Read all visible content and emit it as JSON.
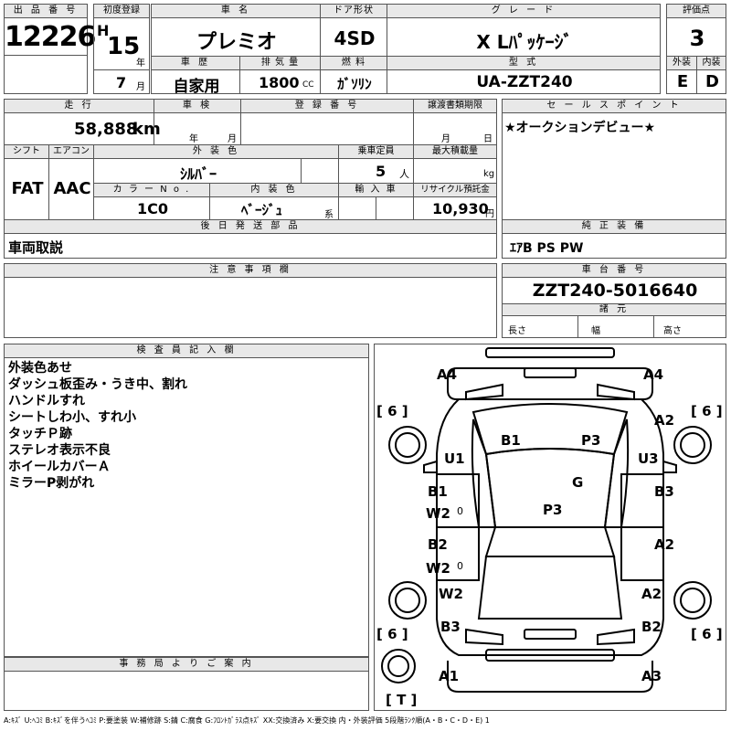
{
  "header": {
    "lot_no_label": "出 品 番 号",
    "lot_no": "12226",
    "first_reg_label": "初度登録",
    "era": "H",
    "year": "15",
    "year_unit": "年",
    "month": "7",
    "month_unit": "月",
    "car_name_label": "車 名",
    "car_name": "プレミオ",
    "door_label": "ドア形状",
    "door": "4SD",
    "grade_label": "グ レ ー ド",
    "grade": "X Lﾊﾟｯｹｰｼﾞ",
    "score_label": "評価点",
    "score": "3",
    "history_label": "車 歴",
    "history": "自家用",
    "displacement_label": "排 気 量",
    "displacement": "1800",
    "displacement_unit": "CC",
    "fuel_label": "燃 料",
    "fuel": "ｶﾞｿﾘﾝ",
    "model_label": "型 式",
    "model": "UA-ZZT240",
    "exterior_label": "外装",
    "exterior": "E",
    "interior_label": "内装",
    "interior": "D"
  },
  "row2": {
    "mileage_label": "走 行",
    "mileage": "58,888",
    "mileage_unit": "km",
    "inspection_label": "車 検",
    "insp_year_unit": "年",
    "insp_month_unit": "月",
    "reg_no_label": "登 録 番 号",
    "transfer_label": "譲渡書類期限",
    "transfer_month_unit": "月",
    "transfer_day_unit": "日",
    "sales_point_label": "セ ー ル ス ポ イ ン ト",
    "sales_point": "★オークションデビュー★"
  },
  "row3": {
    "shift_label": "シフト",
    "shift": "FAT",
    "aircon_label": "エアコン",
    "aircon": "AAC",
    "exterior_color_label": "外 装 色",
    "exterior_color": "ｼﾙﾊﾞｰ",
    "capacity_label": "乗車定員",
    "capacity": "5",
    "capacity_unit": "人",
    "max_load_label": "最大積載量",
    "max_load_unit": "kg",
    "color_no_label": "カ ラ ー N o .",
    "color_no": "1C0",
    "interior_color_label": "内 装 色",
    "interior_color": "ﾍﾞｰｼﾞｭ",
    "interior_color_unit": "系",
    "import_label": "輸 入 車",
    "recycle_label": "リサイクル預託金",
    "recycle": "10,930",
    "recycle_unit": "円"
  },
  "row4": {
    "later_parts_label": "後 日 発 送 部 品",
    "later_parts": "車両取説",
    "equipment_label": "純 正 装 備",
    "equipment": "ｴｱB PS PW"
  },
  "notes": {
    "caution_label": "注 意 事 項 欄",
    "chassis_label": "車 台 番 号",
    "chassis": "ZZT240-5016640",
    "dims_label": "諸 元",
    "length_label": "長さ",
    "width_label": "幅",
    "height_label": "高さ"
  },
  "inspector": {
    "label": "検 査 員 記 入 欄",
    "lines": [
      "外装色あせ",
      "ダッシュ板歪み・うき中、割れ",
      "ハンドルすれ",
      "シートしわ小、すれ小",
      "タッチＰ跡",
      "ステレオ表示不良",
      "ホイールカバーＡ",
      "ミラーP剥がれ"
    ]
  },
  "office": {
    "label": "事 務 局 よ り ご 案 内"
  },
  "diagram": {
    "marks": {
      "a4_left": "A4",
      "a4_right": "A4",
      "a2_top": "A2",
      "b1_roof": "B1",
      "p3_roof": "P3",
      "u1": "U1",
      "u3": "U3",
      "g": "G",
      "b1_left": "B1",
      "b3_right": "B3",
      "w2_left1": "W2",
      "p3_center": "P3",
      "b2_left": "B2",
      "a2_right_mid": "A2",
      "w2_left2": "W2",
      "w2_left3": "W2",
      "a2_right_low": "A2",
      "b3_left": "B3",
      "b2_right": "B2",
      "a1": "A1",
      "a3": "A3"
    },
    "tire_marks": {
      "fl": "[ 6 ]",
      "fr": "[ 6 ]",
      "rl": "[ 6 ]",
      "rr": "[ 6 ]",
      "spare": "[ T ]"
    },
    "door_zero_1": "0",
    "door_zero_2": "0"
  },
  "legend": "A:ｷｽﾞ U:ﾍｺﾐ B:ｷｽﾞを伴うﾍｺﾐ P:要塗装 W:補修跡 S:錆 C:腐食 G:ﾌﾛﾝﾄｶﾞﾗｽ点ｷｽﾞ XX:交換済み X:要交換 内・外装評価 5段階ﾗﾝｸ順(A・B・C・D・E) 1"
}
